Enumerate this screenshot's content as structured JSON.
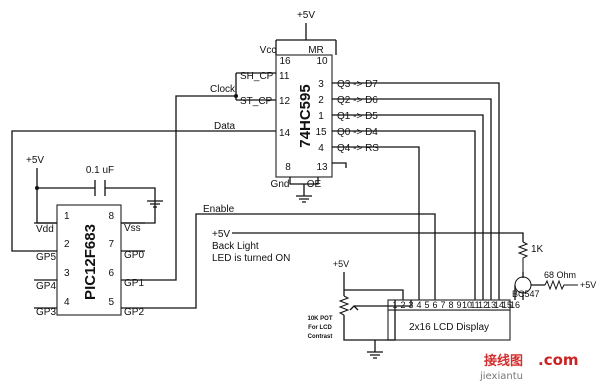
{
  "supply": {
    "vcc_top": "+5V",
    "vcc_left": "+5V",
    "vcc_pot": "+5V",
    "vcc_right": "+5V",
    "vcc_backlight": "+5V"
  },
  "shift_register": {
    "name": "74HC595",
    "vcc": "Vcc",
    "mr": "MR",
    "gnd": "Gnd",
    "oe": "OE",
    "pin_vcc": "16",
    "pin_mr": "10",
    "pin_gnd": "8",
    "pin_oe": "13",
    "shcp": "SH_CP",
    "stcp": "ST_CP",
    "pin_shcp": "11",
    "pin_stcp": "12",
    "pin_ds": "14",
    "outputs": [
      {
        "pin": "3",
        "label": "Q3 -> D7"
      },
      {
        "pin": "2",
        "label": "Q2 -> D6"
      },
      {
        "pin": "1",
        "label": "Q1 -> D5"
      },
      {
        "pin": "15",
        "label": "Q0 -> D4"
      },
      {
        "pin": "4",
        "label": "Q4 -> RS"
      }
    ]
  },
  "mcu": {
    "name": "PIC12F683",
    "left": [
      {
        "pin": "1",
        "label": "Vdd"
      },
      {
        "pin": "2",
        "label": "GP5"
      },
      {
        "pin": "3",
        "label": "GP4"
      },
      {
        "pin": "4",
        "label": "GP3"
      }
    ],
    "right": [
      {
        "pin": "8",
        "label": "Vss"
      },
      {
        "pin": "7",
        "label": "GP0"
      },
      {
        "pin": "6",
        "label": "GP1"
      },
      {
        "pin": "5",
        "label": "GP2"
      }
    ]
  },
  "signals": {
    "clock": "Clock",
    "data": "Data",
    "enable": "Enable"
  },
  "capacitor": "0.1 uF",
  "backlight": {
    "line1": "Back Light",
    "line2": "LED is turned ON"
  },
  "lcd": {
    "name": "2x16 LCD Display",
    "pins": [
      "1",
      "2",
      "3",
      "4",
      "5",
      "6",
      "7",
      "8",
      "9",
      "10",
      "11",
      "12",
      "13",
      "14",
      "15",
      "16"
    ]
  },
  "pot": {
    "line1": "10K POT",
    "line2": "For LCD",
    "line3": "Contrast"
  },
  "transistor": {
    "name": "BC547",
    "r_base": "68 Ohm",
    "r_top": "1K"
  },
  "watermark": {
    "cn": "接线图",
    "dot_com": ".com",
    "url": "jiexiantu"
  }
}
